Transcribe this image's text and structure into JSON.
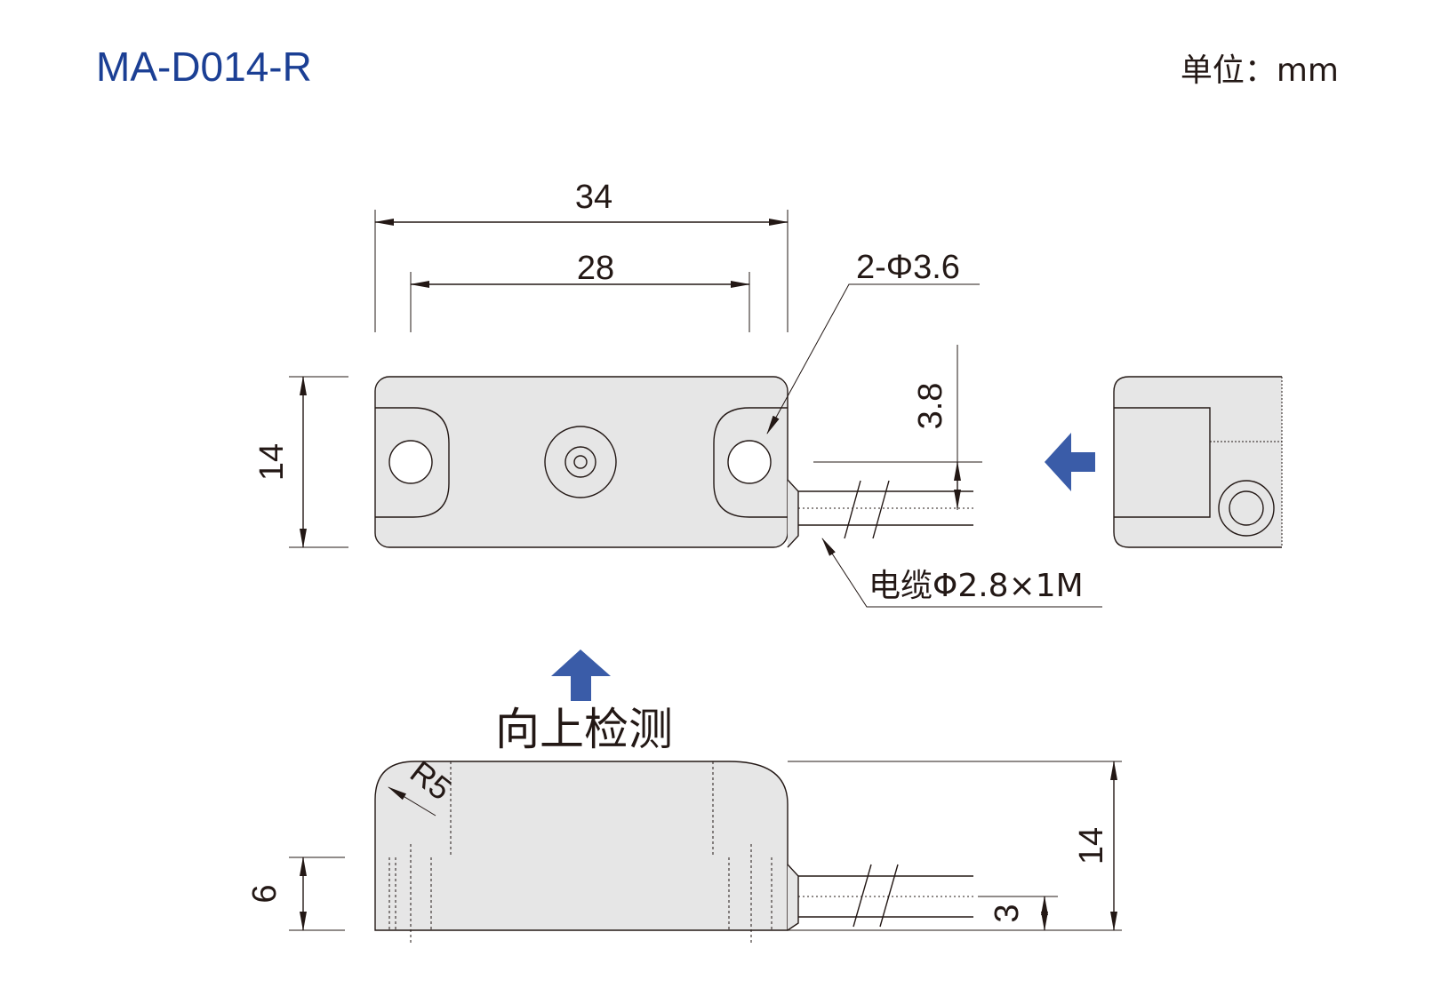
{
  "header": {
    "model": "MA-D014-R",
    "unit": "单位：mm"
  },
  "dimensions": {
    "overall_length": "34",
    "hole_spacing": "28",
    "hole_spec": "2-Φ3.6",
    "width": "14",
    "cable_offset": "3.8",
    "cable_spec": "电缆Φ2.8×1M",
    "side_height": "14",
    "corner_radius": "R5",
    "base_height": "6",
    "cable_height": "3"
  },
  "annotations": {
    "detect_direction": "向上检测"
  },
  "colors": {
    "title": "#1b3f94",
    "arrow": "#3a5ca8",
    "body_fill": "#e6e6e6",
    "line": "#231815"
  }
}
